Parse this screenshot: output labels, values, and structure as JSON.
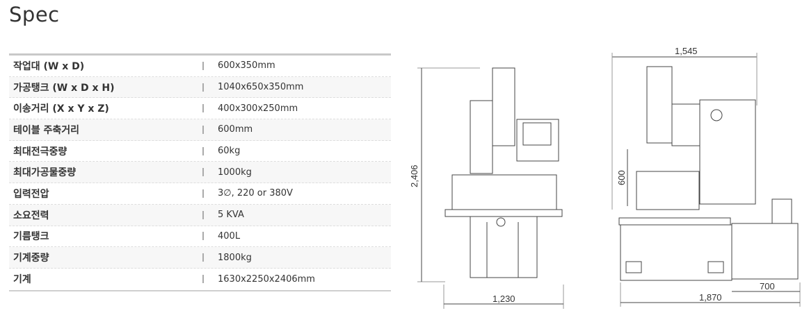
{
  "title": "Spec",
  "spec": [
    {
      "label": "작업대 (W x D)",
      "value": "600x350mm"
    },
    {
      "label": "가공탱크 (W x D x H)",
      "value": "1040x650x350mm"
    },
    {
      "label": "이송거리 (X x Y x Z)",
      "value": "400x300x250mm"
    },
    {
      "label": "테이블 주축거리",
      "value": "600mm"
    },
    {
      "label": "최대전극중량",
      "value": "60kg"
    },
    {
      "label": "최대가공물중량",
      "value": "1000kg"
    },
    {
      "label": "입력전압",
      "value": "3∅, 220 or 380V"
    },
    {
      "label": "소요전력",
      "value": "5 KVA"
    },
    {
      "label": "기름탱크",
      "value": "400L"
    },
    {
      "label": "기계중량",
      "value": "1800kg"
    },
    {
      "label": "기계",
      "value": "1630x2250x2406mm"
    }
  ],
  "front_view": {
    "height": "2,406",
    "width": "1,230"
  },
  "side_view": {
    "top_width": "1,545",
    "table_height": "600",
    "tank_width": "700",
    "total_width": "1,870"
  }
}
